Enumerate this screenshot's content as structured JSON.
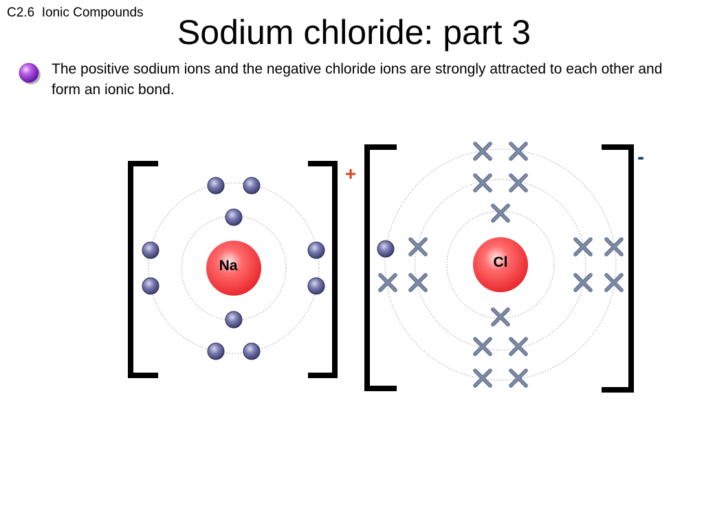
{
  "header": {
    "course_tag": "C2.6  Ionic Compounds",
    "title": "Sodium chloride: part 3"
  },
  "bullet": {
    "icon": "purple-sphere-bullet-icon",
    "text": "The positive sodium ions and the negative chloride ions are strongly attracted to each other and form an ionic bond."
  },
  "sodium_ion": {
    "symbol": "Na",
    "charge": "+",
    "shells": [
      2,
      8
    ],
    "electron_style": "dot"
  },
  "chloride_ion": {
    "symbol": "Cl",
    "charge": "-",
    "shells": [
      2,
      8,
      8
    ],
    "gained_electrons": 1,
    "electron_style": "cross"
  },
  "colors": {
    "nucleus": "#e8242a",
    "sodium_electron": "#4a4a7e",
    "chlorine_electron": "#7d8aa6",
    "positive_charge": "#d94520",
    "negative_charge": "#1f3864",
    "bracket": "#000000",
    "shell": "#9a9a9a"
  }
}
